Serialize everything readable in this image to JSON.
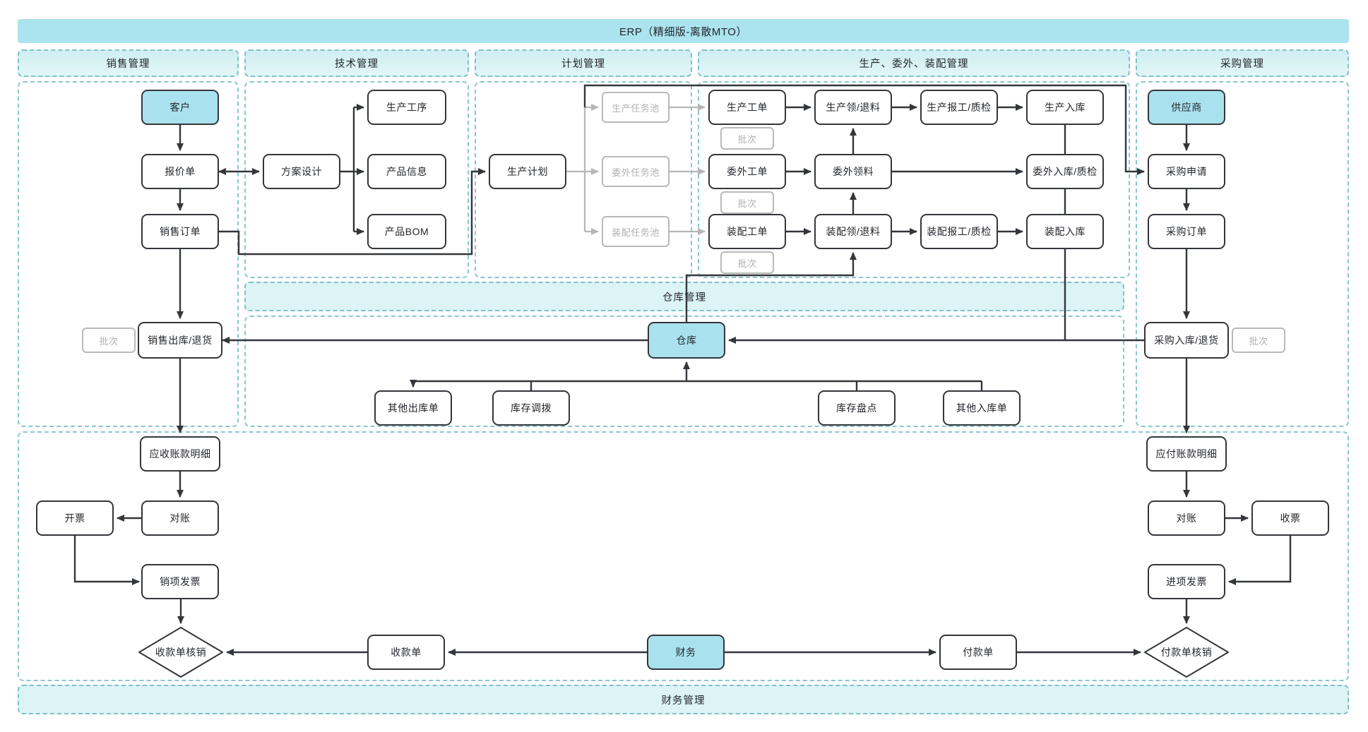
{
  "title": "ERP（精细版-离散MTO）",
  "sections": {
    "sales": {
      "label": "销售管理"
    },
    "tech": {
      "label": "技术管理"
    },
    "plan": {
      "label": "计划管理"
    },
    "production": {
      "label": "生产、委外、装配管理"
    },
    "purchase": {
      "label": "采购管理"
    },
    "warehouse": {
      "label": "仓库管理"
    },
    "finance": {
      "label": "财务管理"
    }
  },
  "nodes": {
    "customer": {
      "label": "客户",
      "type": "highlight"
    },
    "quote": {
      "label": "报价单",
      "type": "normal"
    },
    "sales_order": {
      "label": "销售订单",
      "type": "normal"
    },
    "sales_batch": {
      "label": "批次",
      "type": "muted"
    },
    "sales_out": {
      "label": "销售出库/退货",
      "type": "normal"
    },
    "ar_detail": {
      "label": "应收账款明细",
      "type": "normal"
    },
    "ar_recon": {
      "label": "对账",
      "type": "normal"
    },
    "invoice_issue": {
      "label": "开票",
      "type": "normal"
    },
    "sales_invoice": {
      "label": "销项发票",
      "type": "normal"
    },
    "receipt_writeoff": {
      "label": "收款单核销",
      "type": "diamond"
    },
    "receipt": {
      "label": "收款单",
      "type": "normal"
    },
    "solution_design": {
      "label": "方案设计",
      "type": "normal"
    },
    "prod_process": {
      "label": "生产工序",
      "type": "normal"
    },
    "product_info": {
      "label": "产品信息",
      "type": "normal"
    },
    "product_bom": {
      "label": "产品BOM",
      "type": "normal"
    },
    "prod_plan": {
      "label": "生产计划",
      "type": "normal"
    },
    "prod_pool": {
      "label": "生产任务池",
      "type": "muted"
    },
    "outsource_pool": {
      "label": "委外任务池",
      "type": "muted"
    },
    "assembly_pool": {
      "label": "装配任务池",
      "type": "muted"
    },
    "prod_workorder": {
      "label": "生产工单",
      "type": "normal"
    },
    "prod_batch": {
      "label": "批次",
      "type": "muted"
    },
    "outsource_workorder": {
      "label": "委外工单",
      "type": "normal"
    },
    "outsource_batch": {
      "label": "批次",
      "type": "muted"
    },
    "assembly_workorder": {
      "label": "装配工单",
      "type": "normal"
    },
    "assembly_batch": {
      "label": "批次",
      "type": "muted"
    },
    "prod_picking": {
      "label": "生产领/退料",
      "type": "normal"
    },
    "outsource_picking": {
      "label": "委外领料",
      "type": "normal"
    },
    "assembly_picking": {
      "label": "装配领/退料",
      "type": "normal"
    },
    "prod_report": {
      "label": "生产报工/质检",
      "type": "normal"
    },
    "assembly_report": {
      "label": "装配报工/质检",
      "type": "normal"
    },
    "prod_inbound": {
      "label": "生产入库",
      "type": "normal"
    },
    "outsource_inbound": {
      "label": "委外入库/质检",
      "type": "normal"
    },
    "assembly_inbound": {
      "label": "装配入库",
      "type": "normal"
    },
    "supplier": {
      "label": "供应商",
      "type": "highlight"
    },
    "purchase_request": {
      "label": "采购申请",
      "type": "normal"
    },
    "purchase_order": {
      "label": "采购订单",
      "type": "normal"
    },
    "purchase_inbound": {
      "label": "采购入库/退货",
      "type": "normal"
    },
    "purchase_batch": {
      "label": "批次",
      "type": "muted"
    },
    "ap_detail": {
      "label": "应付账款明细",
      "type": "normal"
    },
    "ap_recon": {
      "label": "对账",
      "type": "normal"
    },
    "ticket_receive": {
      "label": "收票",
      "type": "normal"
    },
    "purchase_invoice": {
      "label": "进项发票",
      "type": "normal"
    },
    "payment_writeoff": {
      "label": "付款单核销",
      "type": "diamond"
    },
    "payment": {
      "label": "付款单",
      "type": "normal"
    },
    "warehouse": {
      "label": "仓库",
      "type": "highlight"
    },
    "other_outbound": {
      "label": "其他出库单",
      "type": "normal"
    },
    "stock_transfer": {
      "label": "库存调拨",
      "type": "normal"
    },
    "stock_count": {
      "label": "库存盘点",
      "type": "normal"
    },
    "other_inbound": {
      "label": "其他入库单",
      "type": "normal"
    },
    "finance_node": {
      "label": "财务",
      "type": "highlight"
    }
  },
  "colors": {
    "titlebar_fill": "#abe3ee",
    "header_fill": "#d9f1f3",
    "band_fill": "#dcf4f6",
    "highlight_fill": "#a9e2ee",
    "dash_border": "#8ac7cb",
    "box_border": "#33363a",
    "edge_dark": "#33363a",
    "edge_muted": "#b6b6b6",
    "muted_text": "#b0b0b0"
  }
}
